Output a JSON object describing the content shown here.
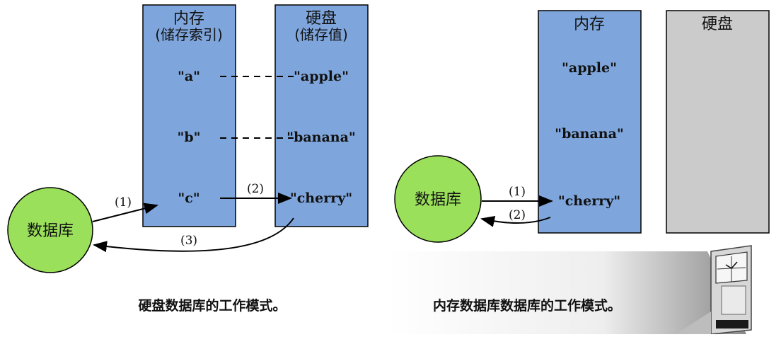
{
  "left": {
    "memory": {
      "title": "内存",
      "subtitle": "(储存索引)"
    },
    "disk": {
      "title": "硬盘",
      "subtitle": "(储存值)"
    },
    "keys": [
      "\"a\"",
      "\"b\"",
      "\"c\""
    ],
    "values": [
      "\"apple\"",
      "\"banana\"",
      "\"cherry\""
    ],
    "database": "数据库",
    "steps": [
      "(1)",
      "(2)",
      "(3)"
    ],
    "caption": "硬盘数据库的工作模式。"
  },
  "right": {
    "memory": {
      "title": "内存"
    },
    "disk": {
      "title": "硬盘"
    },
    "values": [
      "\"apple\"",
      "\"banana\"",
      "\"cherry\""
    ],
    "database": "数据库",
    "steps": [
      "(1)",
      "(2)"
    ],
    "caption": "内存数据库数据库的工作模式。"
  },
  "colors": {
    "box_fill": "#7fa6dc",
    "disk_gray": "#cbcbcb",
    "db_green": "#9be05a",
    "stroke": "#000000"
  }
}
